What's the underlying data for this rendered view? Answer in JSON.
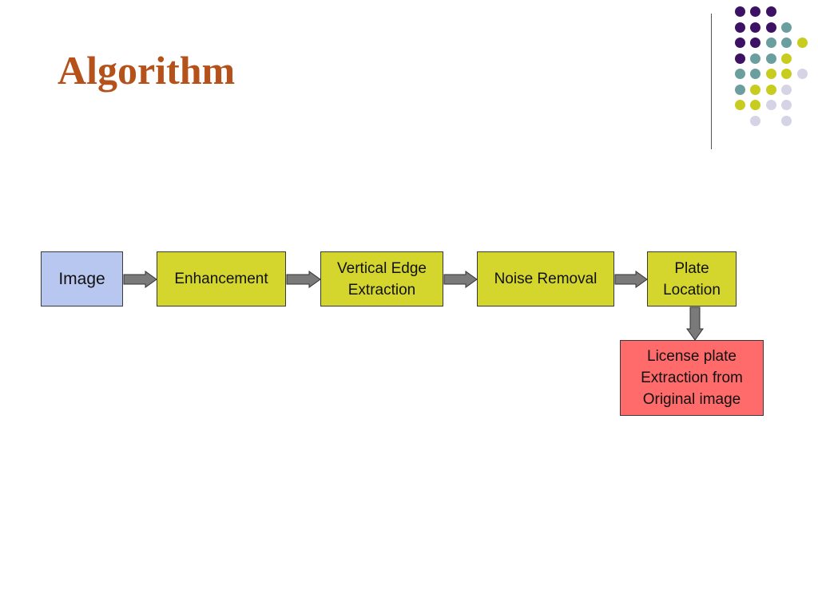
{
  "slide": {
    "title": "Algorithm"
  },
  "colors": {
    "title": "#B5521B",
    "input_box": "#B8C7F0",
    "process_box": "#D4D62E",
    "output_box": "#FF6B6B",
    "arrow_fill": "#7A7A7A",
    "dot_purple": "#3D1163",
    "dot_teal": "#6B9E9E",
    "dot_lime": "#C8CC1E",
    "dot_lavender": "#D5D3E6"
  },
  "decoration": {
    "dot_grid": [
      [
        "",
        "purple",
        "purple",
        "purple",
        "",
        ""
      ],
      [
        "",
        "purple",
        "purple",
        "purple",
        "teal",
        ""
      ],
      [
        "",
        "purple",
        "purple",
        "teal",
        "teal",
        "lime"
      ],
      [
        "",
        "purple",
        "teal",
        "teal",
        "lime",
        ""
      ],
      [
        "",
        "teal",
        "teal",
        "lime",
        "lime",
        "lavender"
      ],
      [
        "",
        "teal",
        "lime",
        "lime",
        "lavender",
        ""
      ],
      [
        "",
        "lime",
        "lime",
        "lavender",
        "lavender",
        ""
      ],
      [
        "",
        "",
        "lavender",
        "",
        "lavender",
        ""
      ]
    ]
  },
  "flow": {
    "image": "Image",
    "enhancement": "Enhancement",
    "vertical_edge": [
      "Vertical Edge",
      "Extraction"
    ],
    "noise_removal": "Noise Removal",
    "plate_location": [
      "Plate",
      "Location"
    ],
    "license_plate": [
      "License plate",
      "Extraction from",
      "Original image"
    ]
  }
}
